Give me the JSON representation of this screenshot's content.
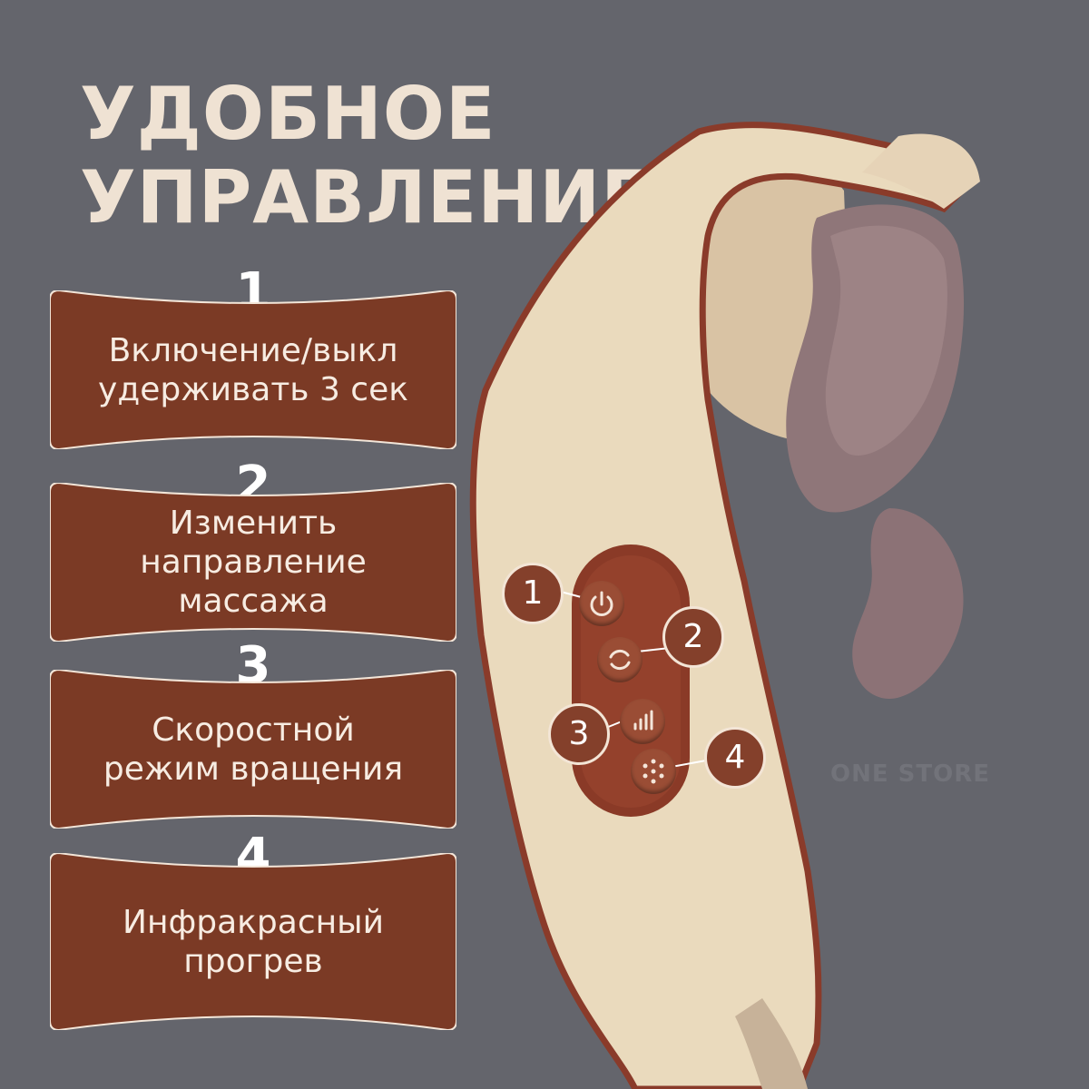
{
  "headline": {
    "line1": "УДОБНОЕ",
    "line2": "УПРАВЛЕНИЕ"
  },
  "features": [
    {
      "number": "1",
      "lines": [
        "Включение/выкл",
        "удерживать 3 сек"
      ]
    },
    {
      "number": "2",
      "lines": [
        "Изменить",
        "направление",
        "массажа"
      ]
    },
    {
      "number": "3",
      "lines": [
        "Скоростной",
        "режим вращения"
      ]
    },
    {
      "number": "4",
      "lines": [
        "Инфракрасный",
        "прогрев"
      ]
    }
  ],
  "callouts": [
    "1",
    "2",
    "3",
    "4"
  ],
  "controls": [
    {
      "icon": "power-icon"
    },
    {
      "icon": "rotate-direction-icon"
    },
    {
      "icon": "speed-bars-icon"
    },
    {
      "icon": "infrared-heat-icon"
    }
  ],
  "watermark": "ONE STORE",
  "colors": {
    "background": "#64656c",
    "banner": "#7b3a25",
    "headline": "#efe2d3",
    "device_body": "#e9d5ba",
    "device_trim": "#8a3b2a",
    "massage_node": "#8f7679"
  }
}
